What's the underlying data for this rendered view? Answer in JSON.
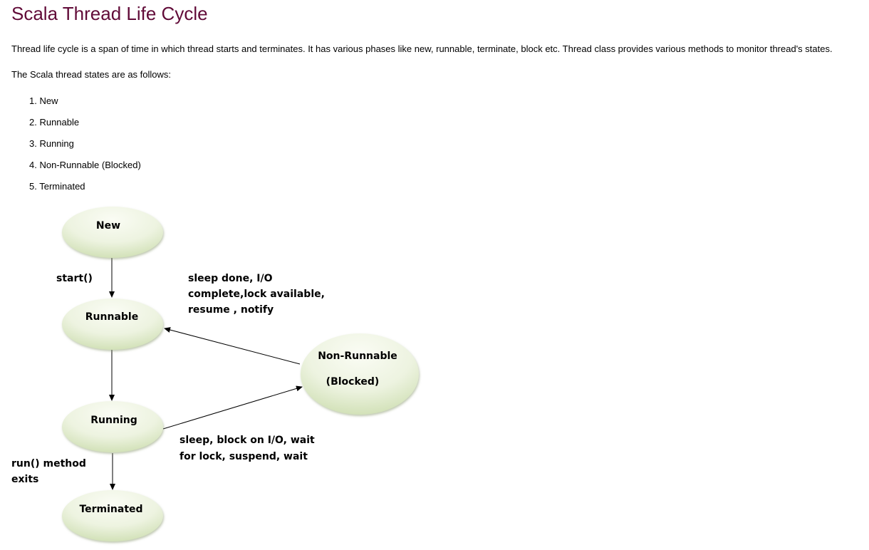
{
  "page": {
    "title": "Scala Thread Life Cycle",
    "intro": "Thread life cycle is a span of time in which thread starts and terminates. It has various phases like new, runnable, terminate, block etc. Thread class provides various methods to monitor thread's states.",
    "states_heading": "The Scala thread states are as follows:"
  },
  "states_list": [
    "1.  New",
    "2.  Runnable",
    "3.  Running",
    "4.  Non-Runnable (Blocked)",
    "5.  Terminated"
  ],
  "diagram": {
    "nodes": {
      "new": "New",
      "runnable": "Runnable",
      "running": "Running",
      "blocked_line1": "Non-Runnable",
      "blocked_line2": "(Blocked)",
      "terminated": "Terminated"
    },
    "edges": {
      "start": "start()",
      "resume_line1": "sleep done, I/O",
      "resume_line2": "complete,lock available,",
      "resume_line3": "resume , notify",
      "block_line1": "sleep, block on I/O, wait",
      "block_line2": "for lock, suspend,  wait",
      "exit_line1": "run() method",
      "exit_line2": "exits"
    },
    "colors": {
      "node_fill_light": "#FAFCF4",
      "node_fill_dark": "#D2E1B8",
      "arrow": "#000000"
    }
  }
}
